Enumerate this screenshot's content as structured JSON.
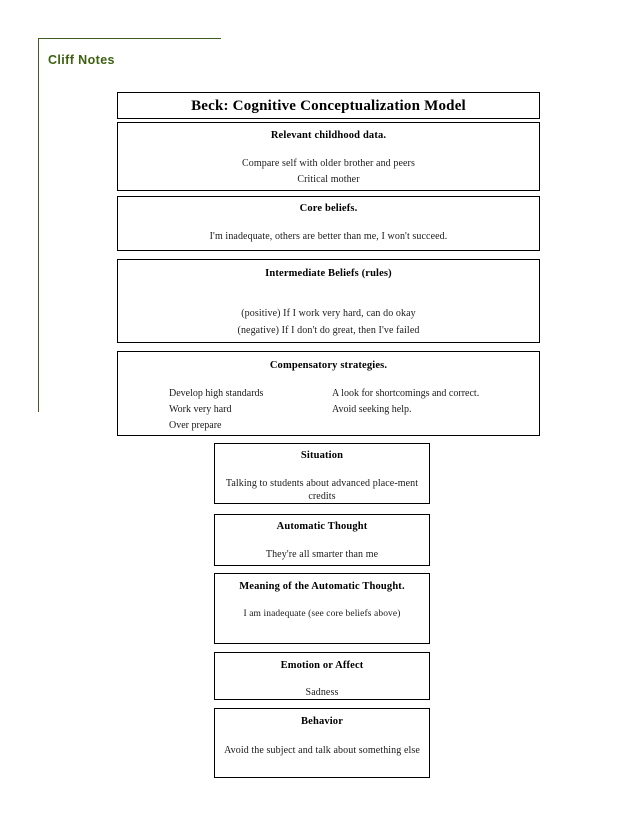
{
  "header": {
    "title": "Cliff Notes",
    "accent_color": "#3c6111",
    "frame_color": "#3f5c24"
  },
  "document": {
    "title": "Beck: Cognitive Conceptualization Model",
    "boxes": {
      "childhood": {
        "title": "Relevant childhood data.",
        "lines": [
          "Compare self with older brother and peers",
          "Critical mother"
        ]
      },
      "core_beliefs": {
        "title": "Core beliefs.",
        "lines": [
          "I'm inadequate, others are better than me, I won't succeed."
        ]
      },
      "intermediate_beliefs": {
        "title": "Intermediate Beliefs (rules)",
        "lines": [
          "(positive)  If I work very hard, can do okay",
          "(negative) If I don't do great, then I've failed"
        ]
      },
      "compensatory": {
        "title": "Compensatory strategies.",
        "rows": [
          {
            "left": "Develop high standards",
            "right": "A look for shortcomings and correct."
          },
          {
            "left": "Work very hard",
            "right": "Avoid seeking help."
          },
          {
            "left": "Over prepare",
            "right": ""
          }
        ]
      },
      "situation": {
        "title": "Situation",
        "lines": [
          "Talking to students about advanced place-ment credits"
        ]
      },
      "automatic_thought": {
        "title": "Automatic Thought",
        "lines": [
          "They're all smarter than me"
        ]
      },
      "meaning": {
        "title": "Meaning of the Automatic Thought.",
        "lines": [
          "I am inadequate (see core beliefs above)"
        ]
      },
      "emotion": {
        "title": "Emotion or Affect",
        "lines": [
          "Sadness"
        ]
      },
      "behavior": {
        "title": "Behavior",
        "lines": [
          "Avoid the subject and talk about something else"
        ]
      }
    }
  }
}
